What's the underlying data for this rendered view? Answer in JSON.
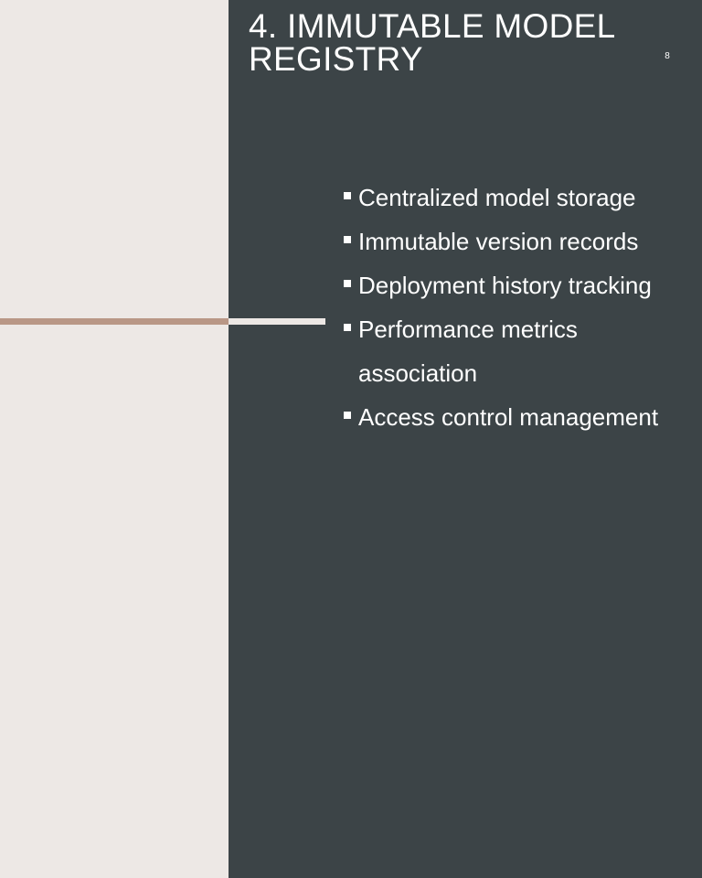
{
  "slide": {
    "title": "4. IMMUTABLE MODEL REGISTRY",
    "slide_number": "8",
    "bullets": [
      "Centralized model storage",
      "Immutable version records",
      "Deployment history tracking",
      "Performance metrics association",
      "Access control management"
    ]
  },
  "colors": {
    "left_background": "#ede8e5",
    "right_background": "#3c4447",
    "accent_left": "#b99786",
    "accent_right": "#ede8e5",
    "text": "#ffffff",
    "bullet_marker": "#ffffff"
  },
  "icons": {
    "bullet": "square-bullet-icon"
  }
}
